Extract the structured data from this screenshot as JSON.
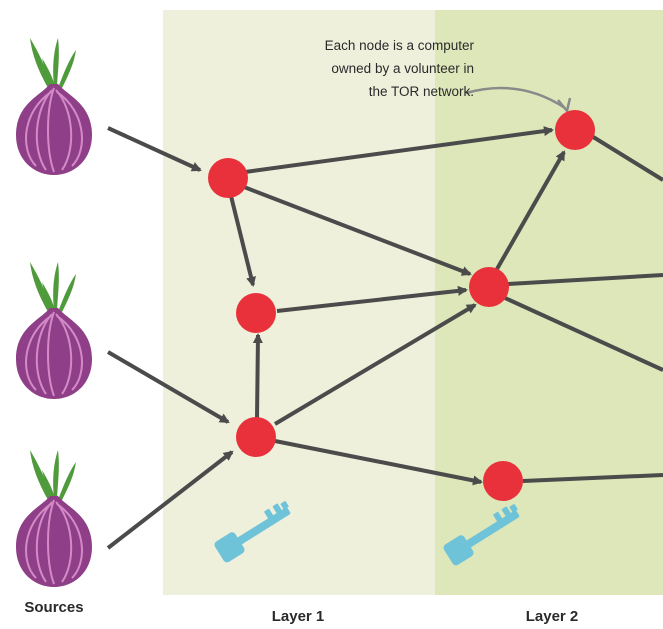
{
  "annotation": {
    "line1": "Each node is a computer",
    "line2": "owned by a volunteer in",
    "line3": "the TOR network."
  },
  "labels": {
    "sources": "Sources",
    "layer1": "Layer 1",
    "layer2": "Layer 2"
  },
  "icons": {
    "source": "onion-icon",
    "layer_key": "key-icon"
  },
  "colors": {
    "node": "#e8313a",
    "edge": "#4b4b4b",
    "layer1_bg": "#eef0dc",
    "layer2_bg": "#dde7ba",
    "onion": "#8e3f87",
    "key": "#6fc3d8"
  }
}
